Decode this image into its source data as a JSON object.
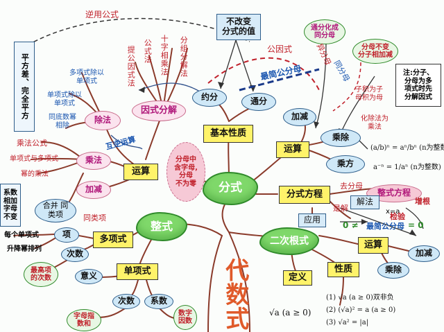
{
  "center": "分式",
  "hubs": {
    "zhengshi": "整式",
    "ercigenshi": "二次根式",
    "daishushi": "代数式"
  },
  "top": {
    "inverse": "逆用公式",
    "unchanged": "不改变\n分式的值",
    "common_factor": "公因式",
    "lcd": "最简公分母"
  },
  "nodes": {
    "jibenxingzhi": "基本性质",
    "yuefen": "约分",
    "tongfen": "通分",
    "yunsuan_frac": "运算",
    "jiajian_frac": "加减",
    "chengchu_frac": "乘除",
    "chengfang": "乘方",
    "fenshi_fangcheng": "分式方程",
    "jiefa": "解法",
    "yingyong": "应用",
    "zhengshi_fangcheng": "整式方程",
    "yinshi_fenjie": "因式分解",
    "chufa": "除法",
    "chengfa": "乘法",
    "jiajian_left": "加减",
    "yunsuan_left": "运算",
    "duoxiangshi": "多项式",
    "danxiangshi": "单项式",
    "xiang": "项",
    "cishu1": "次数",
    "yiyi": "意义",
    "cishu2": "次数",
    "xishu": "系数",
    "dingyi": "定义",
    "xingzhi": "性质",
    "yunsuan_root": "运算",
    "jiajian_root": "加减",
    "chengchu_root": "乘除",
    "hebing": "合并 同\n类项",
    "hulineyunsuan": "互逆运算",
    "fenmu_contains": "分母中\n含字母,\n分母\n不为零"
  },
  "labels": {
    "pingfangcha": "平方差、完全平方",
    "tigongyinshi": "提公因式法",
    "shizi": "十字相乘法",
    "gongshi": "公式法",
    "fenzu": "分组分解法",
    "dan_chu_dan": "单项式除以\n单项式",
    "duo_chu_dan": "多项式除以\n单项式",
    "tongdi_chu": "同底数幂\n相除",
    "chengfa_gongshi": "乘法公式",
    "dan_duo": "单项式与多项式",
    "mi_chengfa": "幂的乘法",
    "xishu_xiangbu": "系数\n相加\n字母\n不变",
    "meige_danxiang": "每个单项式",
    "shengjiang": "升降幂排列",
    "zuigao": "最高项\n的次数",
    "tongleixiang": "同类项",
    "zimu_zhishu": "字母指\n数和",
    "shuzi_yinshu": "数字\n因数",
    "tongfen_huacheng": "通分化成\n同分母",
    "fenmu_bubian": "分母不变\n分子相加减",
    "yifenmu": "异分母",
    "tongfenmu": "同分母",
    "zhu_note": "注:分子、\n分母为多\n项式时先\n分解因式",
    "zijidenfenmu": "子积为子\n母积为母",
    "daoshu": "化除法为\n乘法",
    "qufenmu": "去分母",
    "shijie": "是解",
    "jianyan": "检验",
    "zenggen": "增根",
    "x_eq_a": "x=a",
    "zero_ne": "0 ≠",
    "zero_eq": "= 0",
    "zuijian_gongfenmu2": "最简公分母"
  },
  "formulas": {
    "power1": "(a/b)ⁿ = aⁿ/bⁿ (n为整数)",
    "power2": "a⁻ⁿ = 1/aⁿ (n为整数)",
    "def_root": "√a (a ≥ 0)",
    "prop1": "(1) √a (a ≥ 0)双非负",
    "prop2": "(2) (√a)² = a (a ≥ 0)",
    "prop3": "(3) √a² = |a|"
  },
  "colors": {
    "cloud": "#7fd86a",
    "box": "#fff36a",
    "line": "#8a3a2a",
    "red": "#c0202a",
    "blue": "#1a56b0"
  }
}
